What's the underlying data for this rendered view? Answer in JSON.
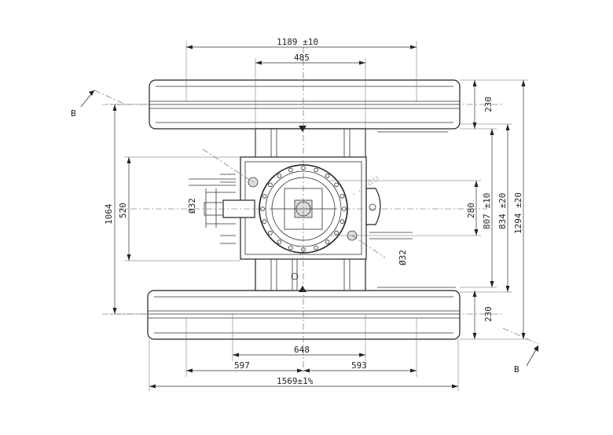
{
  "drawing": {
    "dimensions": {
      "top_overall": "1189 ±10",
      "top_center": "485",
      "bottom_inner": "648",
      "bottom_left": "597",
      "bottom_right": "593",
      "bottom_overall": "1569±1%",
      "left_outer": "1064",
      "left_inner": "520",
      "right_280": "280",
      "right_807": "807 ±10",
      "right_834": "834 ±20",
      "right_1294": "1294 ±20",
      "right_230_top": "230",
      "right_230_bottom": "230",
      "hole_upper_left": "Ø32",
      "hole_lower_right": "Ø32"
    },
    "section_marks": {
      "upper_left": "B",
      "lower_right": "B"
    },
    "watermark": "...au"
  }
}
